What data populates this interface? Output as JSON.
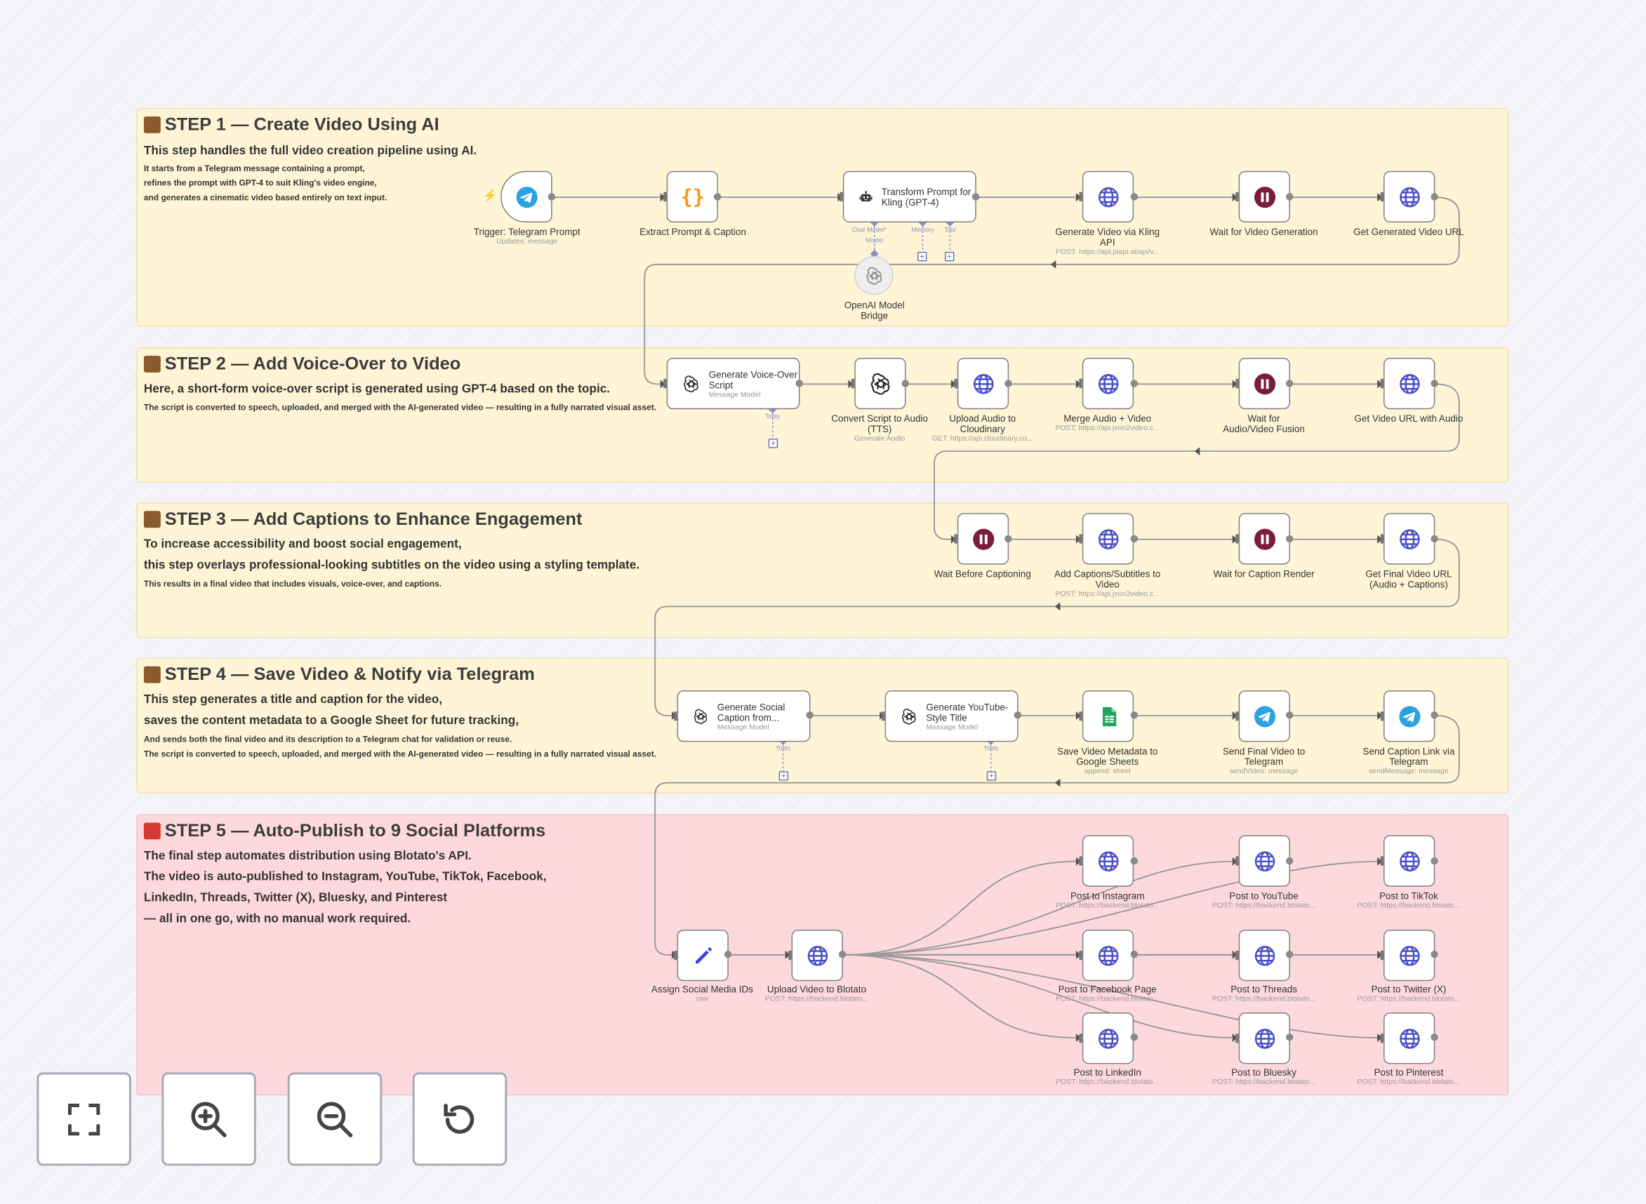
{
  "stickies": {
    "s1": {
      "title": "STEP 1 — Create Video Using AI",
      "lines": [
        "This step handles the full video creation pipeline using AI.",
        "It starts from a Telegram message containing a prompt,",
        "refines the prompt with GPT-4 to suit Kling's video engine,",
        "and generates a cinematic video based entirely on text input."
      ]
    },
    "s2": {
      "title": "STEP 2 — Add Voice-Over to Video",
      "lines": [
        "Here, a short-form voice-over script is generated using GPT-4 based on the topic.",
        "The script is converted to speech, uploaded, and merged with the AI-generated video — resulting in a fully narrated visual asset."
      ]
    },
    "s3": {
      "title": "STEP 3 — Add Captions to Enhance Engagement",
      "lines": [
        "To increase accessibility and boost social engagement,",
        "this step overlays professional-looking subtitles on the video using a styling template.",
        "This results in a final video that includes visuals, voice-over, and captions."
      ]
    },
    "s4": {
      "title": "STEP 4 — Save Video & Notify via Telegram",
      "lines": [
        "This step generates a title and caption for the video,",
        "saves the content metadata to a Google Sheet for future tracking,",
        "And sends both the final video and its description to a Telegram chat for validation or reuse.",
        "The script is converted to speech, uploaded, and merged with the AI-generated video — resulting in a fully narrated visual asset."
      ]
    },
    "s5": {
      "title": "STEP 5 — Auto-Publish to 9 Social Platforms",
      "lines": [
        "The final step automates distribution using Blotato's API.",
        "The video is auto-published to Instagram, YouTube, TikTok, Facebook,",
        "LinkedIn, Threads, Twitter (X), Bluesky, and Pinterest",
        "— all in one go, with no manual work required."
      ]
    }
  },
  "nodes": {
    "trigger": {
      "label": "Trigger: Telegram Prompt",
      "sub": "Updates: message",
      "icon": "telegram-icon"
    },
    "extract": {
      "label": "Extract Prompt & Caption",
      "sub": "",
      "icon": "code-braces-icon"
    },
    "transform": {
      "title": "Transform Prompt for Kling (GPT-4)",
      "icon": "robot-icon",
      "ports": {
        "chat": "Chat Model*",
        "memory": "Memory",
        "tool": "Tool"
      }
    },
    "openai_bridge": {
      "label": "OpenAI Model Bridge",
      "port": "Model",
      "icon": "openai-icon"
    },
    "gen_video": {
      "label": "Generate Video via Kling API",
      "sub": "POST: https://api.piapi.ai/api/v...",
      "icon": "globe-icon"
    },
    "wait_video": {
      "label": "Wait for Video Generation",
      "sub": "",
      "icon": "pause-icon"
    },
    "get_video": {
      "label": "Get Generated Video URL",
      "sub": "",
      "icon": "globe-icon"
    },
    "gen_voice": {
      "title": "Generate Voice-Over Script",
      "sub": "Message Model",
      "tools": "Tools",
      "icon": "openai-icon"
    },
    "tts": {
      "label": "Convert Script to Audio (TTS)",
      "sub": "Generate Audio",
      "icon": "openai-icon"
    },
    "upload_audio": {
      "label": "Upload Audio to Cloudinary",
      "sub": "GET: https://api.cloudinary.co...",
      "icon": "globe-icon"
    },
    "merge": {
      "label": "Merge Audio + Video",
      "sub": "POST: https://api.json2video.c...",
      "icon": "globe-icon"
    },
    "wait_fusion": {
      "label": "Wait for Audio/Video Fusion",
      "sub": "",
      "icon": "pause-icon"
    },
    "get_audio_video": {
      "label": "Get Video URL with Audio",
      "sub": "",
      "icon": "globe-icon"
    },
    "wait_caption": {
      "label": "Wait Before Captioning",
      "sub": "",
      "icon": "pause-icon"
    },
    "add_captions": {
      "label": "Add Captions/Subtitles to Video",
      "sub": "POST: https://api.json2video.c...",
      "icon": "globe-icon"
    },
    "wait_render": {
      "label": "Wait for Caption Render",
      "sub": "",
      "icon": "pause-icon"
    },
    "get_final": {
      "label": "Get Final Video URL (Audio + Captions)",
      "sub": "",
      "icon": "globe-icon"
    },
    "gen_social": {
      "title": "Generate Social Caption from...",
      "sub": "Message Model",
      "tools": "Tools",
      "icon": "openai-icon"
    },
    "gen_yt": {
      "title": "Generate YouTube-Style Title",
      "sub": "Message Model",
      "tools": "Tools",
      "icon": "openai-icon"
    },
    "save_sheet": {
      "label": "Save Video Metadata to Google Sheets",
      "sub": "append: sheet",
      "icon": "google-sheets-icon"
    },
    "send_video": {
      "label": "Send Final Video to Telegram",
      "sub": "sendVideo: message",
      "icon": "telegram-icon"
    },
    "send_caption": {
      "label": "Send Caption Link via Telegram",
      "sub": "sendMessage: message",
      "icon": "telegram-icon"
    },
    "assign_ids": {
      "label": "Assign Social Media IDs",
      "sub": "raw",
      "icon": "pencil-icon"
    },
    "upload_blotato": {
      "label": "Upload Video to Blotato",
      "sub": "POST: https://backend.blotato...",
      "icon": "globe-icon"
    },
    "p_instagram": {
      "label": "Post to Instagram",
      "sub": "POST: https://backend.blotato...",
      "icon": "globe-icon"
    },
    "p_youtube": {
      "label": "Post to YouTube",
      "sub": "POST: https://backend.blotato...",
      "icon": "globe-icon"
    },
    "p_tiktok": {
      "label": "Post to TikTok",
      "sub": "POST: https://backend.blotato...",
      "icon": "globe-icon"
    },
    "p_facebook": {
      "label": "Post to Facebook Page",
      "sub": "POST: https://backend.blotato...",
      "icon": "globe-icon"
    },
    "p_threads": {
      "label": "Post to Threads",
      "sub": "POST: https://backend.blotato...",
      "icon": "globe-icon"
    },
    "p_twitter": {
      "label": "Post to Twitter (X)",
      "sub": "POST: https://backend.blotato...",
      "icon": "globe-icon"
    },
    "p_linkedin": {
      "label": "Post to LinkedIn",
      "sub": "POST: https://backend.blotato...",
      "icon": "globe-icon"
    },
    "p_bluesky": {
      "label": "Post to Bluesky",
      "sub": "POST: https://backend.blotato...",
      "icon": "globe-icon"
    },
    "p_pinterest": {
      "label": "Post to Pinterest",
      "sub": "POST: https://backend.blotato...",
      "icon": "globe-icon"
    }
  },
  "controls": [
    {
      "name": "fit-view-button",
      "icon": "fullscreen-icon"
    },
    {
      "name": "zoom-in-button",
      "icon": "zoom-in-icon"
    },
    {
      "name": "zoom-out-button",
      "icon": "zoom-out-icon"
    },
    {
      "name": "reset-zoom-button",
      "icon": "undo-icon"
    }
  ],
  "colors": {
    "sticky_yellow": "#fff5d6",
    "sticky_pink": "#fdd9de",
    "globe": "#4a4fc8",
    "pause": "#7a1d3c",
    "telegram": "#2aa3e0",
    "code": "#f39a1c",
    "sheets": "#22a55a"
  }
}
